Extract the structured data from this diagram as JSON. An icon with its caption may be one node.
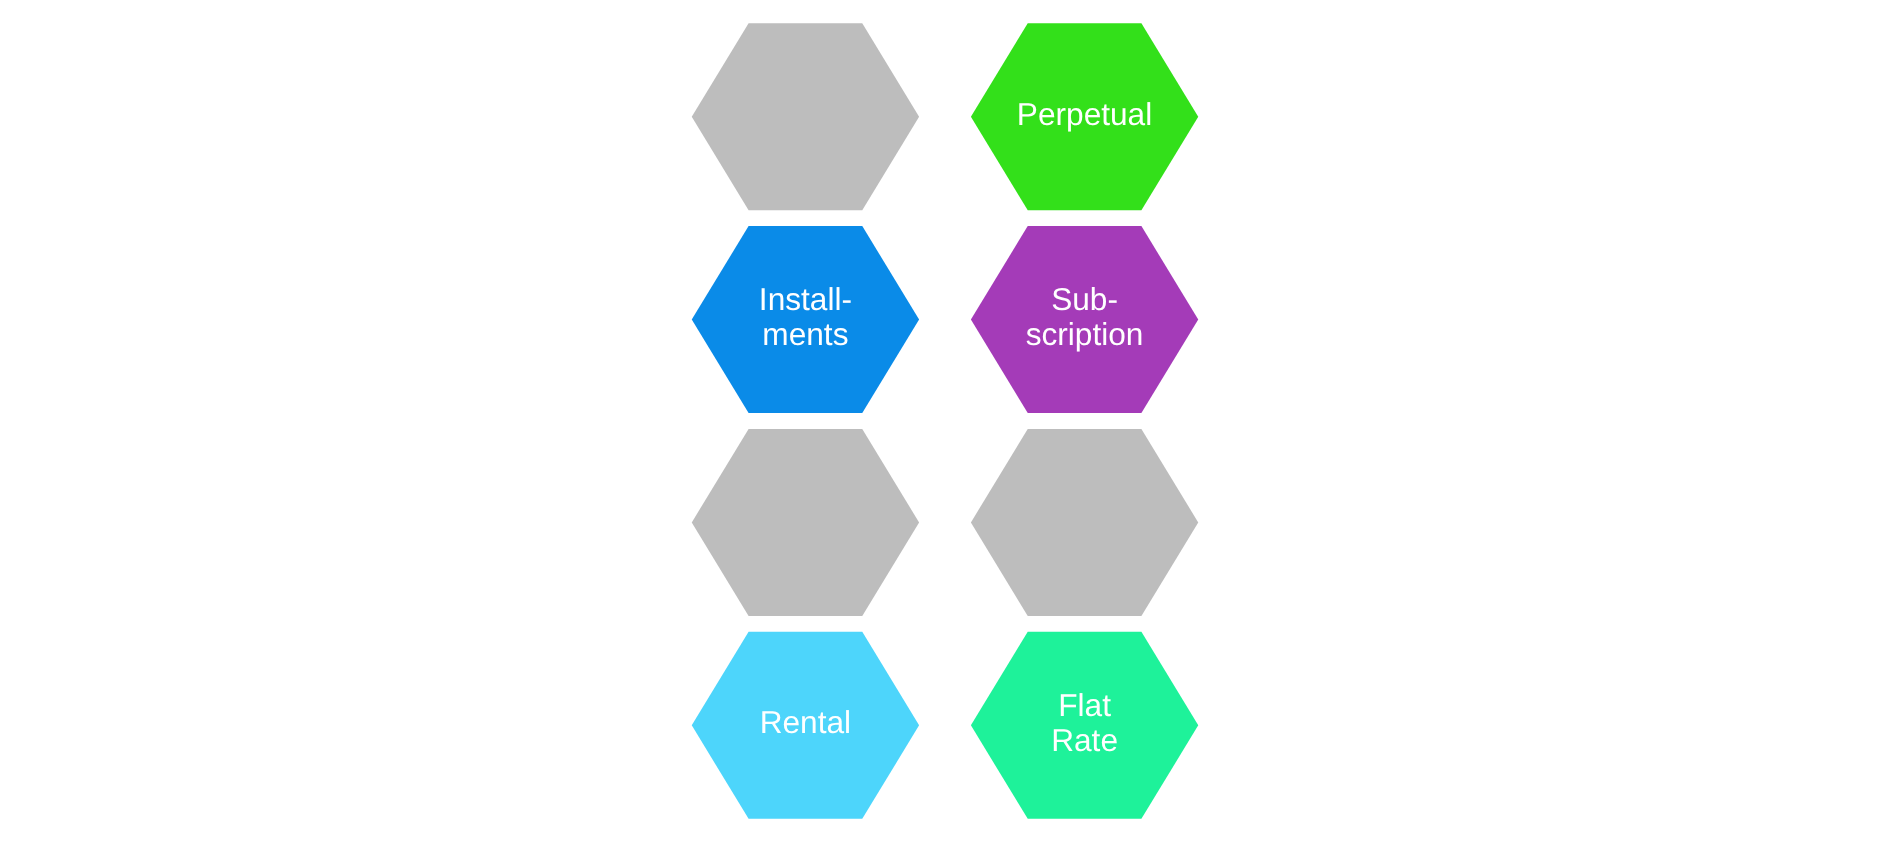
{
  "diagram": {
    "nodes": [
      {
        "text": [],
        "shape": "hexagon"
      },
      {
        "text": [
          "Perpetual"
        ]
      },
      {
        "text": [
          "Install- ments"
        ]
      },
      {
        "text": [
          "Sub- scription"
        ]
      },
      {
        "text": [],
        "shape": "hexagon"
      },
      {
        "text": [],
        "shape": "hexagon"
      },
      {
        "text": [
          "Rental"
        ]
      },
      {
        "text": [
          "Flat Rate"
        ]
      }
    ]
  }
}
